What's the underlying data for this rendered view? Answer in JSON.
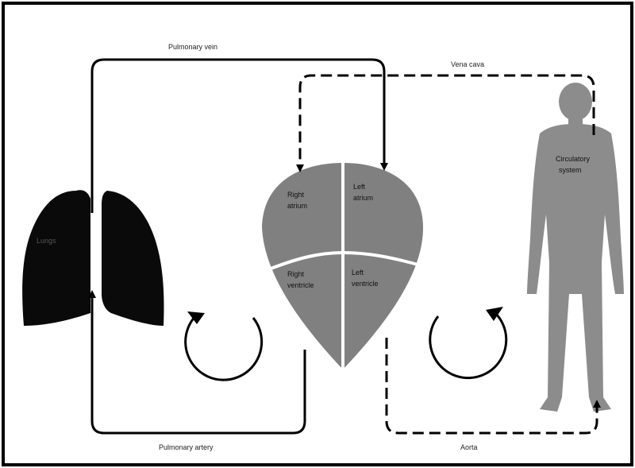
{
  "labels": {
    "pulmonary_vein": "Pulmonary vein",
    "vena_cava": "Vena cava",
    "lungs": "Lungs",
    "right_atrium": [
      "Right",
      "atrium"
    ],
    "left_atrium": [
      "Left",
      "atrium"
    ],
    "right_ventricle": [
      "Right",
      "ventricle"
    ],
    "left_ventricle": [
      "Left",
      "ventricle"
    ],
    "circulatory_system": [
      "Circulatory",
      "system"
    ],
    "pulmonary_artery": "Pulmonary artery",
    "aorta": "Aorta"
  },
  "colors": {
    "heart": "#808080",
    "body": "#8c8c8c",
    "lungs": "#0a0a0a",
    "lines": "#000000"
  },
  "icons": {
    "pulmonary_loop": "clockwise-circle-arrow",
    "systemic_loop": "clockwise-circle-arrow"
  }
}
